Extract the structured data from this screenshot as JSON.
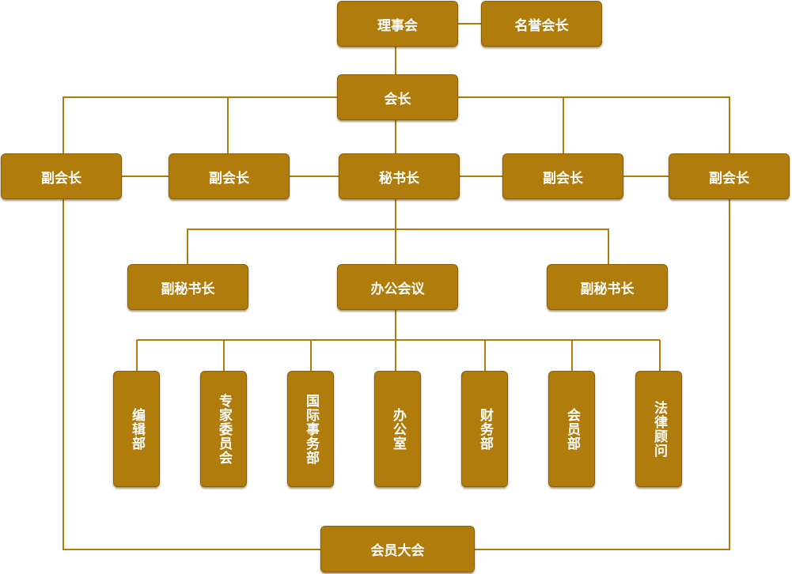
{
  "diagram": {
    "line_color": "#b07c0c",
    "box_color": "#b07c0c",
    "text_color": "#ffffff",
    "nodes": {
      "board": "理事会",
      "honorary_president": "名誉会长",
      "president": "会长",
      "vice_president_1": "副会长",
      "vice_president_2": "副会长",
      "secretary_general": "秘书长",
      "vice_president_3": "副会长",
      "vice_president_4": "副会长",
      "deputy_secretary_1": "副秘书长",
      "office_meeting": "办公会议",
      "deputy_secretary_2": "副秘书长",
      "general_assembly": "会员大会"
    },
    "departments": [
      "编辑部",
      "专家委员会",
      "国际事务部",
      "办公室",
      "财务部",
      "会员部",
      "法律顾问"
    ]
  }
}
